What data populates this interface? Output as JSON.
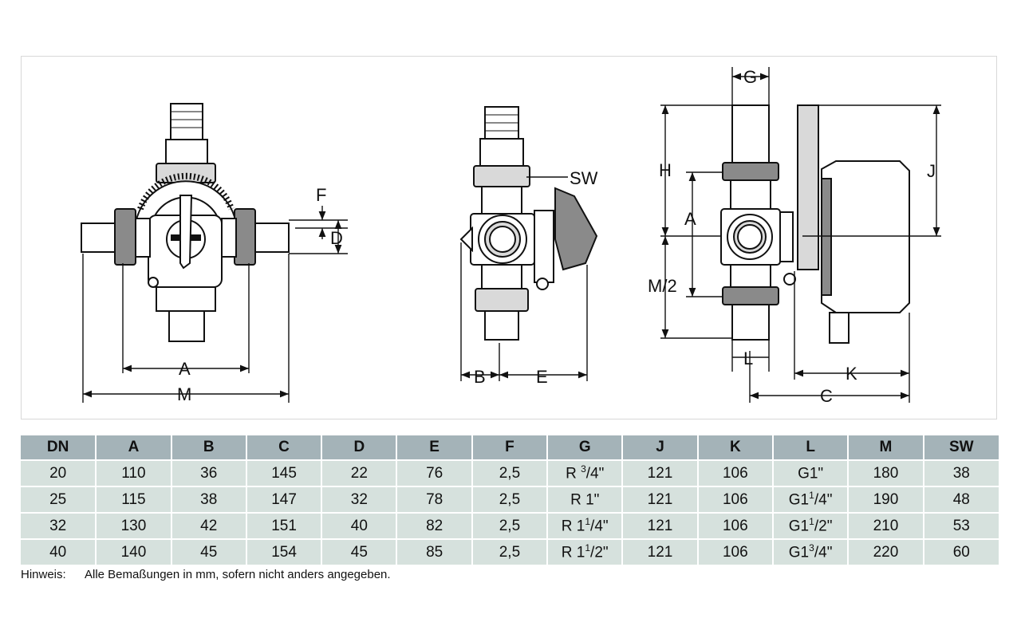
{
  "labels": {
    "front": {
      "F": "F",
      "D": "D",
      "A": "A",
      "M": "M"
    },
    "side": {
      "SW": "SW",
      "B": "B",
      "E": "E"
    },
    "right": {
      "G": "G",
      "H": "H",
      "A": "A",
      "M2": "M/2",
      "J": "J",
      "L": "L",
      "K": "K",
      "C": "C"
    }
  },
  "table": {
    "headers": [
      "DN",
      "A",
      "B",
      "C",
      "D",
      "E",
      "F",
      "G",
      "J",
      "K",
      "L",
      "M",
      "SW"
    ],
    "rows": [
      {
        "DN": "20",
        "A": "110",
        "B": "36",
        "C": "145",
        "D": "22",
        "E": "76",
        "F": "2,5",
        "G_pre": "R ",
        "G_num": "3",
        "G_den": "4",
        "G_post": "\"",
        "J": "121",
        "K": "106",
        "L_pre": "G1\"",
        "L_num": "",
        "L_den": "",
        "L_post": "",
        "M": "180",
        "SW": "38"
      },
      {
        "DN": "25",
        "A": "115",
        "B": "38",
        "C": "147",
        "D": "32",
        "E": "78",
        "F": "2,5",
        "G_pre": "R 1\"",
        "G_num": "",
        "G_den": "",
        "G_post": "",
        "J": "121",
        "K": "106",
        "L_pre": "G1",
        "L_num": "1",
        "L_den": "4",
        "L_post": "\"",
        "M": "190",
        "SW": "48"
      },
      {
        "DN": "32",
        "A": "130",
        "B": "42",
        "C": "151",
        "D": "40",
        "E": "82",
        "F": "2,5",
        "G_pre": "R 1",
        "G_num": "1",
        "G_den": "4",
        "G_post": "\"",
        "J": "121",
        "K": "106",
        "L_pre": "G1",
        "L_num": "1",
        "L_den": "2",
        "L_post": "\"",
        "M": "210",
        "SW": "53"
      },
      {
        "DN": "40",
        "A": "140",
        "B": "45",
        "C": "154",
        "D": "45",
        "E": "85",
        "F": "2,5",
        "G_pre": "R 1",
        "G_num": "1",
        "G_den": "2",
        "G_post": "\"",
        "J": "121",
        "K": "106",
        "L_pre": "G1",
        "L_num": "3",
        "L_den": "4",
        "L_post": "\"",
        "M": "220",
        "SW": "60"
      }
    ]
  },
  "note": {
    "key": "Hinweis:",
    "text": "Alle Bemaßungen in mm, sofern nicht anders angegeben."
  }
}
